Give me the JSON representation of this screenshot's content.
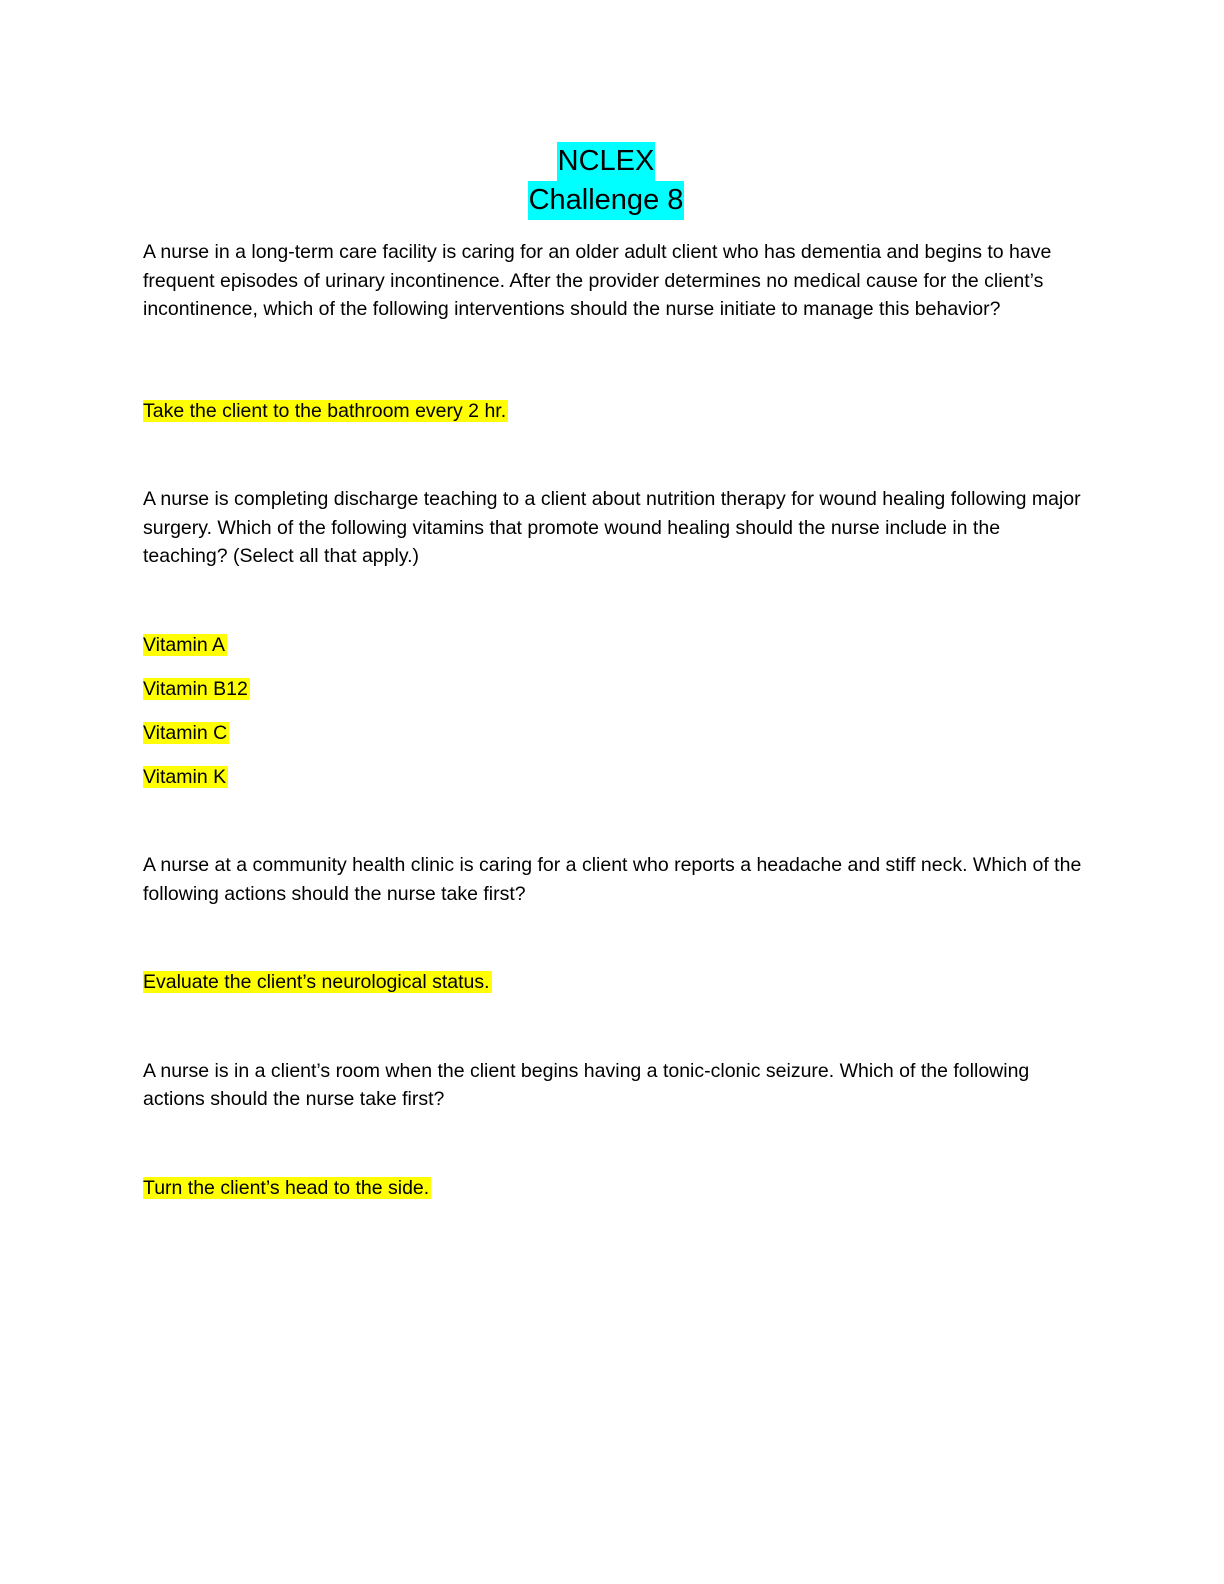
{
  "document": {
    "title_line1": "NCLEX",
    "title_line2": "Challenge 8",
    "highlight_colors": {
      "title": "#00ffff",
      "answer": "#ffff00"
    }
  },
  "questions": [
    {
      "text": "A nurse in a long-term care facility is caring for an older adult client who has dementia and begins to have frequent episodes of urinary incontinence. After the provider determines no medical cause for the client’s incontinence, which of the following interventions should the nurse initiate to manage this behavior?",
      "answers": [
        "Take the client to the bathroom every 2 hr."
      ]
    },
    {
      "text": "A nurse is completing discharge teaching to a client about nutrition therapy for wound healing following major surgery. Which of the following vitamins that promote wound healing should the nurse include in the teaching? (Select all that apply.)",
      "answers": [
        "Vitamin A",
        "Vitamin B12",
        "Vitamin C",
        "Vitamin K"
      ]
    },
    {
      "text": "A nurse at a community health clinic is caring for a client who reports a headache and stiff neck. Which of the following actions should the nurse take first?",
      "answers": [
        "Evaluate the client’s neurological status."
      ]
    },
    {
      "text": "A nurse is in a client’s room when the client begins having a tonic-clonic seizure. Which of the following actions should the nurse take first?",
      "answers": [
        "Turn the client’s head to the side."
      ]
    }
  ]
}
